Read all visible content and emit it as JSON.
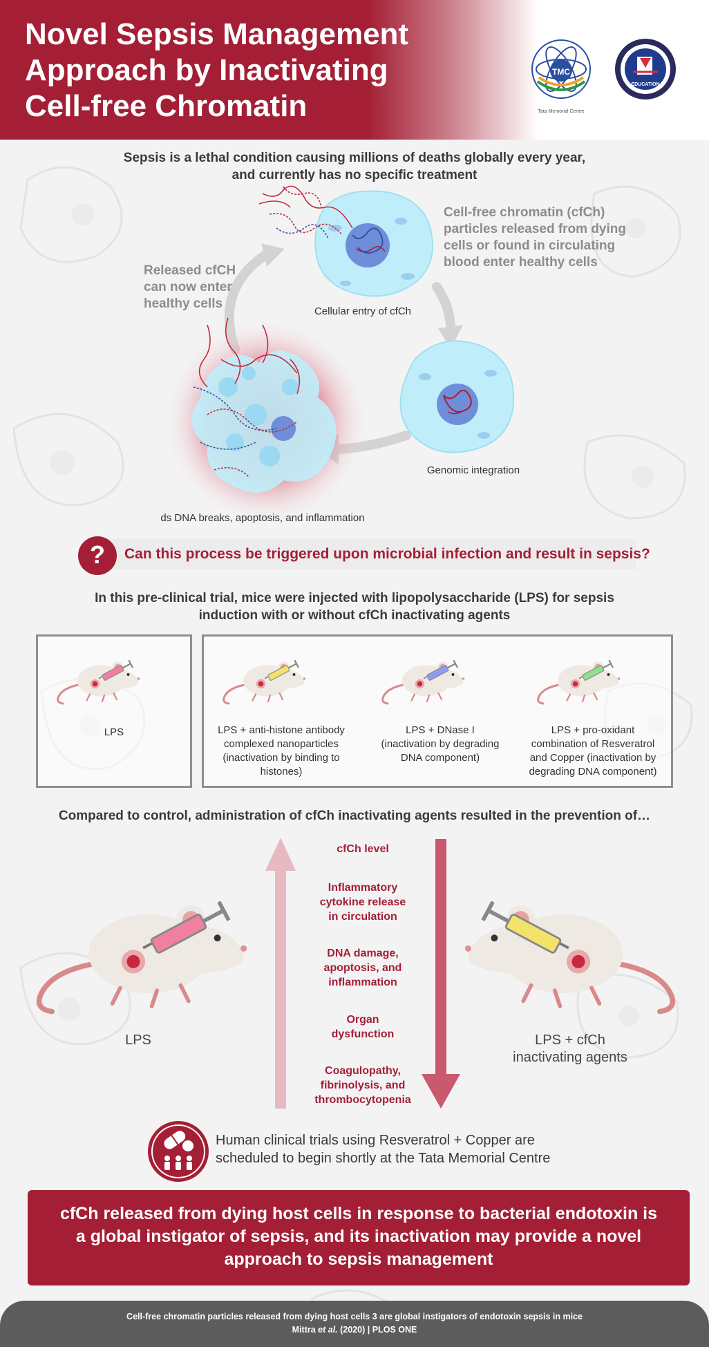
{
  "header": {
    "title_lines": [
      "Novel Sepsis Management",
      "Approach by Inactivating",
      "Cell-free Chromatin"
    ],
    "logos": [
      {
        "name": "tmc-logo",
        "text": "TMC",
        "caption": "Tata Memorial Centre"
      },
      {
        "name": "education-logo",
        "text": "EDUCATION"
      }
    ]
  },
  "intro": {
    "lines": [
      "Sepsis is a lethal condition causing millions of deaths globally every year,",
      "and currently has no specific treatment"
    ]
  },
  "cycle": {
    "released_note": [
      "Released cfCH",
      "can now enter",
      "healthy cells"
    ],
    "cfch_note": [
      "Cell-free chromatin (cfCh)",
      "particles released from dying",
      "cells or found in circulating",
      "blood enter healthy cells"
    ],
    "caption_entry": "Cellular entry of cfCh",
    "caption_integration": "Genomic integration",
    "caption_breaks": "ds DNA breaks, apoptosis, and inflammation"
  },
  "question": {
    "mark": "?",
    "text": "Can this process be triggered upon microbial infection and result in sepsis?"
  },
  "trial": {
    "lines": [
      "In this pre-clinical trial, mice were injected with lipopolysaccharide (LPS) for sepsis",
      "induction with or without cfCh inactivating agents"
    ],
    "groups": [
      {
        "lines": [
          "LPS"
        ],
        "syringe_color": "#f07fa0"
      },
      {
        "lines": [
          "LPS + anti-histone antibody",
          "complexed nanoparticles",
          "(inactivation by binding to",
          "histones)"
        ],
        "syringe_color": "#f3e36b"
      },
      {
        "lines": [
          "LPS + DNase I",
          "(inactivation by degrading",
          "DNA component)"
        ],
        "syringe_color": "#8e9cf0"
      },
      {
        "lines": [
          "LPS + pro-oxidant",
          "combination of Resveratrol",
          "and Copper (inactivation by",
          "degrading DNA component)"
        ],
        "syringe_color": "#8fe08a"
      }
    ]
  },
  "comparison": {
    "heading": "Compared to control, administration of cfCh inactivating agents resulted in the prevention of…",
    "items": [
      [
        "cfCh level"
      ],
      [
        "Inflammatory",
        "cytokine release",
        "in circulation"
      ],
      [
        "DNA damage,",
        "apoptosis, and",
        "inflammation"
      ],
      [
        "Organ",
        "dysfunction"
      ],
      [
        "Coagulopathy,",
        "fibrinolysis, and",
        "thrombocytopenia"
      ]
    ],
    "left_label": [
      "LPS"
    ],
    "right_label": [
      "LPS + cfCh",
      "inactivating agents"
    ]
  },
  "human_trials": {
    "lines": [
      "Human clinical trials using Resveratrol + Copper are",
      "scheduled to begin shortly at the Tata Memorial Centre"
    ]
  },
  "conclusion": {
    "lines": [
      "cfCh released from dying host cells in response to bacterial endotoxin is",
      "a global instigator of sepsis, and its inactivation may provide a novel",
      "approach to sepsis management"
    ]
  },
  "footer": {
    "paper_title": "Cell-free chromatin particles released from dying host cells 3 are global instigators of endotoxin sepsis in mice",
    "authors": "Mittra",
    "et_al": "et al.",
    "citation_rest": " (2020) | PLOS ONE"
  },
  "colors": {
    "brand_red": "#a41f35",
    "cell_blue": "#bfeefa",
    "nucleus_blue": "#6f8ed9",
    "arrow_gray": "#d3d3d3",
    "up_arrow": "#e7b9c1",
    "down_arrow": "#c9596d",
    "footer_gray": "#5c5c5c"
  }
}
